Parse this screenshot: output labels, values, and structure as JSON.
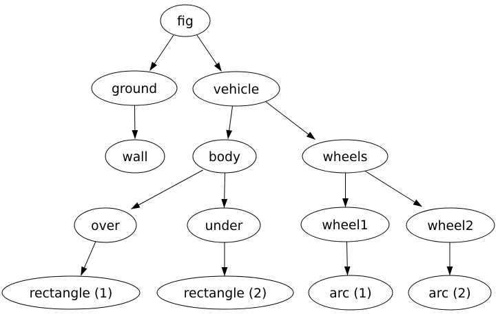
{
  "diagram": {
    "type": "directed-tree",
    "colors": {
      "background": "#ffffff",
      "node_fill": "#ffffff",
      "node_stroke": "#000000",
      "edge": "#000000",
      "text": "#000000"
    },
    "nodes": {
      "fig": {
        "label": "fig"
      },
      "ground": {
        "label": "ground"
      },
      "vehicle": {
        "label": "vehicle"
      },
      "wall": {
        "label": "wall"
      },
      "body": {
        "label": "body"
      },
      "wheels": {
        "label": "wheels"
      },
      "over": {
        "label": "over"
      },
      "under": {
        "label": "under"
      },
      "wheel1": {
        "label": "wheel1"
      },
      "wheel2": {
        "label": "wheel2"
      },
      "rect1": {
        "label": "rectangle (1)"
      },
      "rect2": {
        "label": "rectangle (2)"
      },
      "arc1": {
        "label": "arc (1)"
      },
      "arc2": {
        "label": "arc (2)"
      }
    },
    "edges": [
      {
        "from": "fig",
        "to": "ground"
      },
      {
        "from": "fig",
        "to": "vehicle"
      },
      {
        "from": "ground",
        "to": "wall"
      },
      {
        "from": "vehicle",
        "to": "body"
      },
      {
        "from": "vehicle",
        "to": "wheels"
      },
      {
        "from": "body",
        "to": "over"
      },
      {
        "from": "body",
        "to": "under"
      },
      {
        "from": "wheels",
        "to": "wheel1"
      },
      {
        "from": "wheels",
        "to": "wheel2"
      },
      {
        "from": "over",
        "to": "rectangle (1)"
      },
      {
        "from": "under",
        "to": "rectangle (2)"
      },
      {
        "from": "wheel1",
        "to": "arc (1)"
      },
      {
        "from": "wheel2",
        "to": "arc (2)"
      }
    ]
  }
}
